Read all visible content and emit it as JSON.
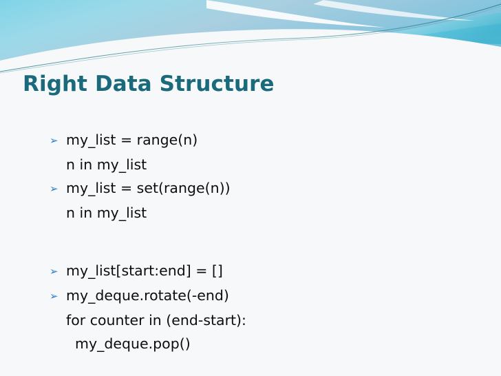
{
  "slide": {
    "title": "Right Data Structure",
    "title_color": "#1a6a7c",
    "background_color": "#f7f8fa",
    "bullet_color": "#2f7fc1",
    "bullet_glyph": "➢",
    "body_text_color": "#0d0d0d"
  },
  "content": {
    "blocks": [
      {
        "lines": [
          {
            "bulleted": true,
            "text": "my_list = range(n)"
          },
          {
            "bulleted": false,
            "text": "n in my_list"
          }
        ]
      },
      {
        "lines": [
          {
            "bulleted": true,
            "text": "my_list = set(range(n))"
          },
          {
            "bulleted": false,
            "text": "n in my_list"
          }
        ]
      },
      {
        "lines": [
          {
            "bulleted": true,
            "text": "my_list[start:end] = []"
          }
        ]
      },
      {
        "lines": [
          {
            "bulleted": true,
            "text": "my_deque.rotate(-end)"
          },
          {
            "bulleted": false,
            "text": "for counter in (end-start):"
          },
          {
            "bulleted": false,
            "text": "  my_deque.pop()"
          }
        ]
      }
    ]
  },
  "decoration": {
    "name": "flow-swoosh-header",
    "colors": {
      "cyan_light": "#a8e3f0",
      "cyan": "#79d2e6",
      "teal": "#52bcd4",
      "teal_deep": "#3aa9c4",
      "sky_muted": "#9ec8dc",
      "hairline": "#2d7f8c",
      "white": "#ffffff"
    }
  }
}
